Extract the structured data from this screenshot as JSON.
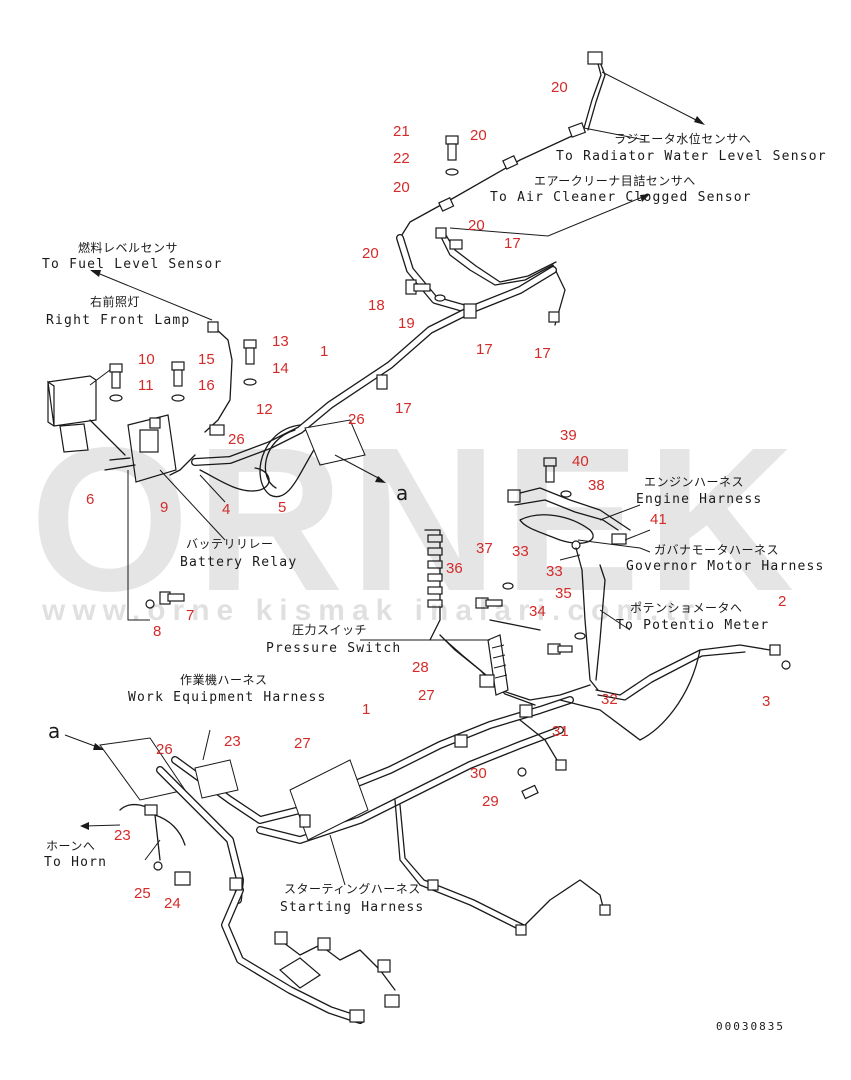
{
  "callouts": [
    {
      "id": "c1a",
      "text": "1"
    },
    {
      "id": "c1b",
      "text": "1"
    },
    {
      "id": "c2",
      "text": "2"
    },
    {
      "id": "c3",
      "text": "3"
    },
    {
      "id": "c4",
      "text": "4"
    },
    {
      "id": "c5",
      "text": "5"
    },
    {
      "id": "c6",
      "text": "6"
    },
    {
      "id": "c7",
      "text": "7"
    },
    {
      "id": "c8",
      "text": "8"
    },
    {
      "id": "c9",
      "text": "9"
    },
    {
      "id": "c10",
      "text": "10"
    },
    {
      "id": "c11",
      "text": "11"
    },
    {
      "id": "c12",
      "text": "12"
    },
    {
      "id": "c13",
      "text": "13"
    },
    {
      "id": "c14",
      "text": "14"
    },
    {
      "id": "c15",
      "text": "15"
    },
    {
      "id": "c16",
      "text": "16"
    },
    {
      "id": "c17a",
      "text": "17"
    },
    {
      "id": "c17b",
      "text": "17"
    },
    {
      "id": "c17c",
      "text": "17"
    },
    {
      "id": "c17d",
      "text": "17"
    },
    {
      "id": "c18",
      "text": "18"
    },
    {
      "id": "c19",
      "text": "19"
    },
    {
      "id": "c20a",
      "text": "20"
    },
    {
      "id": "c20b",
      "text": "20"
    },
    {
      "id": "c20c",
      "text": "20"
    },
    {
      "id": "c20d",
      "text": "20"
    },
    {
      "id": "c20e",
      "text": "20"
    },
    {
      "id": "c21",
      "text": "21"
    },
    {
      "id": "c22",
      "text": "22"
    },
    {
      "id": "c23a",
      "text": "23"
    },
    {
      "id": "c23b",
      "text": "23"
    },
    {
      "id": "c24",
      "text": "24"
    },
    {
      "id": "c25",
      "text": "25"
    },
    {
      "id": "c26a",
      "text": "26"
    },
    {
      "id": "c26b",
      "text": "26"
    },
    {
      "id": "c26c",
      "text": "26"
    },
    {
      "id": "c27a",
      "text": "27"
    },
    {
      "id": "c27b",
      "text": "27"
    },
    {
      "id": "c28",
      "text": "28"
    },
    {
      "id": "c29",
      "text": "29"
    },
    {
      "id": "c30",
      "text": "30"
    },
    {
      "id": "c31",
      "text": "31"
    },
    {
      "id": "c32",
      "text": "32"
    },
    {
      "id": "c33a",
      "text": "33"
    },
    {
      "id": "c33b",
      "text": "33"
    },
    {
      "id": "c34",
      "text": "34"
    },
    {
      "id": "c35",
      "text": "35"
    },
    {
      "id": "c36",
      "text": "36"
    },
    {
      "id": "c37",
      "text": "37"
    },
    {
      "id": "c38",
      "text": "38"
    },
    {
      "id": "c39",
      "text": "39"
    },
    {
      "id": "c40",
      "text": "40"
    },
    {
      "id": "c41",
      "text": "41"
    }
  ],
  "labels": {
    "radiator_jp": "ラジエータ水位センサへ",
    "radiator_en": "To Radiator Water Level Sensor",
    "aircleaner_jp": "エアークリーナ目詰センサへ",
    "aircleaner_en": "To Air Cleaner Clogged Sensor",
    "fuel_jp": "燃料レベルセンサ",
    "fuel_en": "To Fuel Level Sensor",
    "lamp_jp": "右前照灯",
    "lamp_en": "Right Front Lamp",
    "relay_jp": "バッテリリレー",
    "relay_en": "Battery Relay",
    "engine_jp": "エンジンハーネス",
    "engine_en": "Engine Harness",
    "governor_jp": "ガバナモータハーネス",
    "governor_en": "Governor Motor Harness",
    "potentio_jp": "ポテンショメータへ",
    "potentio_en": "To Potentio Meter",
    "pressure_jp": "圧力スイッチ",
    "pressure_en": "Pressure Switch",
    "work_jp": "作業機ハーネス",
    "work_en": "Work Equipment Harness",
    "horn_jp": "ホーンへ",
    "horn_en": "To Horn",
    "starting_jp": "スターティングハーネス",
    "starting_en": "Starting Harness",
    "section_a1": "a",
    "section_a2": "a",
    "drawing_code": "00030835"
  },
  "watermark": {
    "brand": "ORNEK",
    "url": "www.orne kismak inalari.com.tr"
  },
  "colors": {
    "callout": "#d42a2a",
    "line": "#1a1a1a",
    "watermark": "#cfcfcf"
  }
}
